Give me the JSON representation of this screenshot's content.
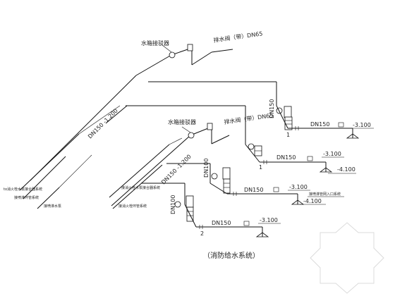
{
  "title": "（消防给水系统）",
  "labels": {
    "adapter_top": "水箱接驳器",
    "vent_top": "排水阀（带）DN65",
    "adapter_mid": "水箱接驳器",
    "vent_mid": "排水阀（带）DN65",
    "main_pipe_upper": "DN150 -1.200",
    "main_pipe_lower": "DN150 -1.200",
    "left_note_1": "to消火栓水泵接合器系统",
    "left_note_2": "接喷淋环管系统",
    "left_note_3": "接喷淋水泵",
    "mid_note_1": "接消火栓水泵接合器系统",
    "mid_note_2": "接消火栓环管系统",
    "unit1_riser": "DN150",
    "unit1_branch": "DN150",
    "unit1_elev": "-3.100",
    "unit1_num": "1",
    "unit2_branch": "DN150",
    "unit2_elev": "-3.100",
    "unit2_elev2": "-4.100",
    "unit2_num": "1",
    "unit3_riser": "DN100",
    "unit3_branch": "DN150",
    "unit3_elev": "-3.100",
    "unit3_elev2": "-4.100",
    "unit3_note": "接喷淋管网入口系统",
    "unit4_riser": "DN100",
    "unit4_branch": "DN150",
    "unit4_elev": "-3.100",
    "unit4_num": "2"
  }
}
